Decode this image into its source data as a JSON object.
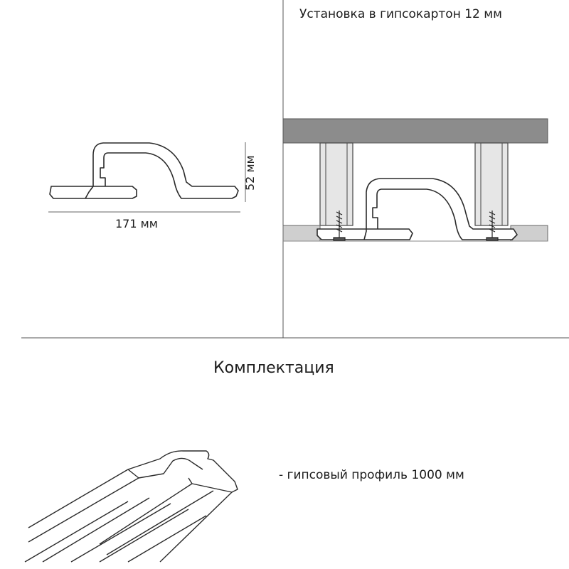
{
  "installation": {
    "title": "Установка в гипсокартон 12 мм"
  },
  "profile": {
    "width_label": "171 мм",
    "height_label": "52 мм"
  },
  "kit": {
    "title": "Комплектация",
    "item": "- гипсовый профиль 1000 мм"
  },
  "colors": {
    "line": "#2a2a2a",
    "ceiling": "#8c8c8c",
    "drywall": "#cfcfcf",
    "stud": "#e6e6e6"
  }
}
